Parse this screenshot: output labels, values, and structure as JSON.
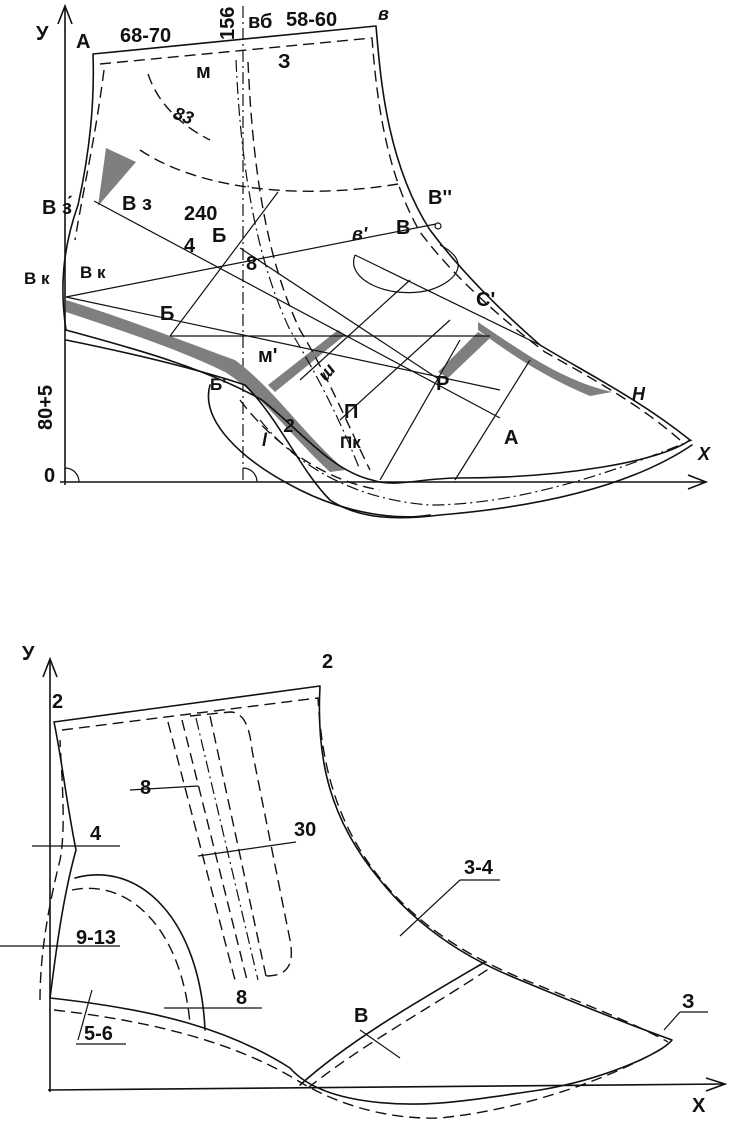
{
  "top_pattern": {
    "axis_y": "У",
    "axis_x": "X",
    "origin": "0",
    "labels": {
      "A_top": "А",
      "m68_70": "68-70",
      "m156": "156",
      "vb": "вб",
      "m58_60": "58-60",
      "v_top": "в",
      "M": "м",
      "Z": "З",
      "m83": "83",
      "Vz_prime": "В з́",
      "Vz": "В з",
      "m240": "240",
      "B_upper": "Б",
      "m4": "4",
      "m8": "8",
      "V_double_prime": "В''",
      "V_mid": "В",
      "b_prime": "в'",
      "Vk_outer": "В к",
      "Vk_inner": "В к",
      "B_lower": "Б",
      "C_prime": "С'",
      "M_prime": "м'",
      "roman3": "ш",
      "P": "Р",
      "B_prime": "Б'",
      "m80_5": "80+5",
      "Pi": "П",
      "Pk": "Пк",
      "A_low": "А",
      "N": "Н",
      "num2": "2",
      "ell": "l"
    }
  },
  "bottom_pattern": {
    "axis_y": "У",
    "axis_x": "Х",
    "labels": {
      "two_top": "2",
      "two_left": "2",
      "eight_a": "8",
      "thirty": "30",
      "four": "4",
      "three_four": "3-4",
      "nine_thirteen": "9-13",
      "eight_b": "8",
      "five_six": "5-6",
      "V": "В",
      "three": "З"
    }
  }
}
